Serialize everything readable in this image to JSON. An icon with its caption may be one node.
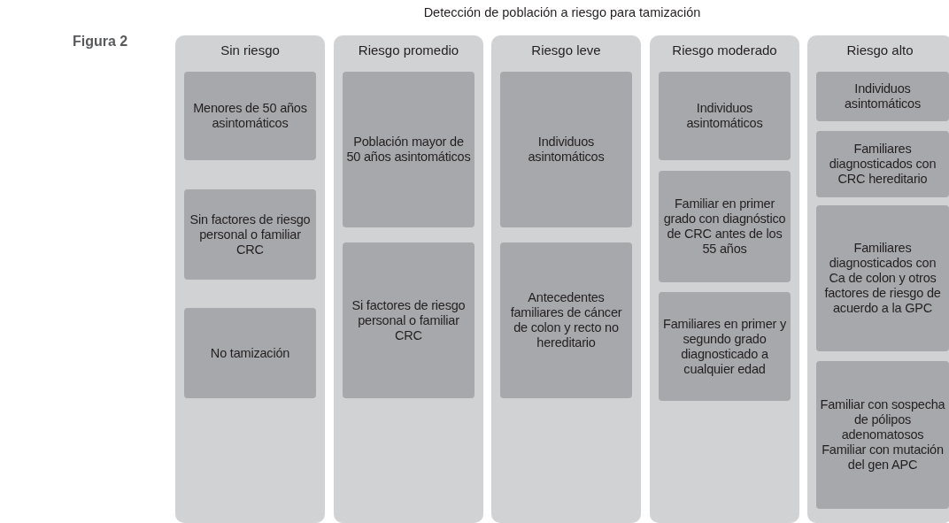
{
  "diagram": {
    "title": "Detección de población a riesgo para tamización",
    "nodes": [
      {
        "text": [
          "Sin riesgo"
        ]
      },
      {
        "text": [
          "Menores de 50 años asintomáticos"
        ],
        "in": 0
      },
      {
        "text": [
          "Sin factores de riesgo personal o familiar CRC"
        ],
        "in": 0
      },
      {
        "text": [
          "No tamización"
        ],
        "in": 0
      },
      {
        "text": [
          "Riesgo promedio"
        ]
      },
      {
        "text": [
          "Población mayor de 50 años asintomáticos"
        ],
        "in": 4
      },
      {
        "text": [
          "Si factores de riesgo personal o familiar CRC"
        ],
        "in": 4
      },
      {
        "text": [
          "Riesgo leve"
        ]
      },
      {
        "text": [
          "Individuos asintomáticos"
        ],
        "in": 7
      },
      {
        "text": [
          "Antecedentes familiares de cáncer de colon y recto no hereditario"
        ],
        "in": 7
      },
      {
        "text": [
          "Riesgo moderado"
        ]
      },
      {
        "text": [
          "Individuos asintomáticos"
        ],
        "in": 10
      },
      {
        "text": [
          "Familiar en primer grado con diagnóstico de CRC antes de los 55 años"
        ],
        "in": 10
      },
      {
        "text": [
          "Familiares en primer y segundo grado diagnosticado a cualquier edad"
        ],
        "in": 10
      },
      {
        "text": [
          "Riesgo alto"
        ]
      },
      {
        "text": [
          "Individuos asintomáticos"
        ],
        "in": 14
      },
      {
        "text": [
          "Familiares diagnosticados con CRC hereditario"
        ],
        "in": 14
      },
      {
        "text": [
          "Familiares diagnosticados con Ca de colon y otros factores de riesgo de acuerdo a la GPC"
        ],
        "in": 14
      },
      {
        "text": [
          "Familiar con sospecha de pólipos adenomatosos Familiar con mutación del gen APC"
        ],
        "in": 14
      }
    ],
    "labels": [
      "Figura 2"
    ]
  }
}
